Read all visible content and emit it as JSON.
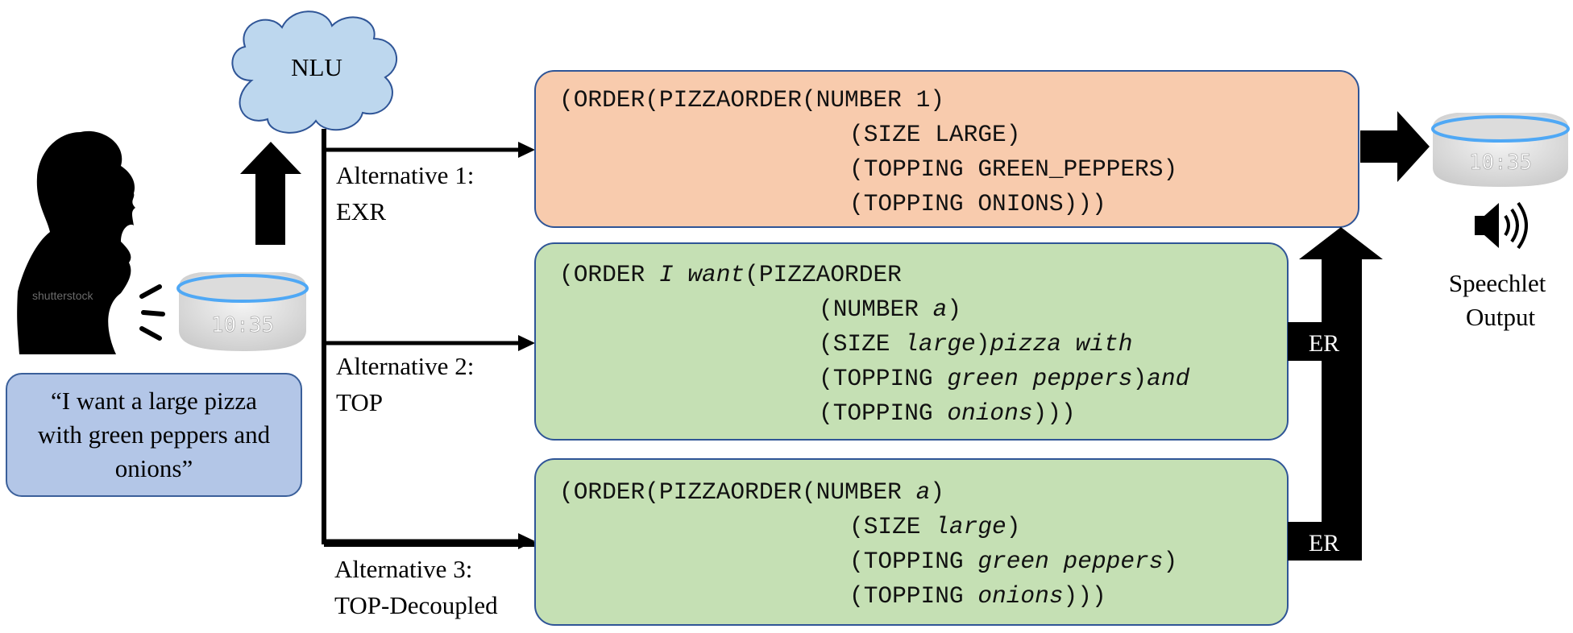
{
  "nlu": {
    "label": "NLU"
  },
  "utterance": {
    "text": "“I want a large pizza with green peppers and onions”"
  },
  "watermark": "shutterstock",
  "device": {
    "clock": "10:35"
  },
  "alternatives": [
    {
      "line1": "Alternative 1:",
      "line2": "EXR"
    },
    {
      "line1": "Alternative 2:",
      "line2": "TOP"
    },
    {
      "line1": "Alternative 3:",
      "line2": "TOP-Decoupled"
    }
  ],
  "parses": [
    {
      "fill": "#f8cbad",
      "lines": [
        [
          {
            "t": "(ORDER(PIZZAORDER(NUMBER 1)"
          }
        ],
        [
          {
            "t": "(SIZE LARGE)"
          }
        ],
        [
          {
            "t": "(TOPPING GREEN_PEPPERS)"
          }
        ],
        [
          {
            "t": "(TOPPING ONIONS)))"
          }
        ]
      ]
    },
    {
      "fill": "#c5e0b4",
      "lines": [
        [
          {
            "t": "(ORDER "
          },
          {
            "t": "I want",
            "i": true
          },
          {
            "t": "(PIZZAORDER"
          }
        ],
        [
          {
            "t": "(NUMBER "
          },
          {
            "t": "a",
            "i": true
          },
          {
            "t": ")"
          }
        ],
        [
          {
            "t": "(SIZE "
          },
          {
            "t": "large",
            "i": true
          },
          {
            "t": ")"
          },
          {
            "t": "pizza with",
            "i": true
          }
        ],
        [
          {
            "t": "(TOPPING "
          },
          {
            "t": "green peppers",
            "i": true
          },
          {
            "t": ")"
          },
          {
            "t": "and",
            "i": true
          }
        ],
        [
          {
            "t": "(TOPPING "
          },
          {
            "t": "onions",
            "i": true
          },
          {
            "t": ")))"
          }
        ]
      ]
    },
    {
      "fill": "#c5e0b4",
      "lines": [
        [
          {
            "t": "(ORDER(PIZZAORDER(NUMBER "
          },
          {
            "t": "a",
            "i": true
          },
          {
            "t": ")"
          }
        ],
        [
          {
            "t": "(SIZE "
          },
          {
            "t": "large",
            "i": true
          },
          {
            "t": ")"
          }
        ],
        [
          {
            "t": "(TOPPING "
          },
          {
            "t": "green peppers",
            "i": true
          },
          {
            "t": ")"
          }
        ],
        [
          {
            "t": "(TOPPING "
          },
          {
            "t": "onions",
            "i": true
          },
          {
            "t": ")))"
          }
        ]
      ]
    }
  ],
  "er_labels": [
    "ER",
    "ER"
  ],
  "output": {
    "line1": "Speechlet",
    "line2": "Output"
  },
  "icons": [
    "cloud-icon",
    "speaker-device-icon",
    "person-speaking-icon",
    "speaker-sound-icon",
    "arrow-icon"
  ]
}
